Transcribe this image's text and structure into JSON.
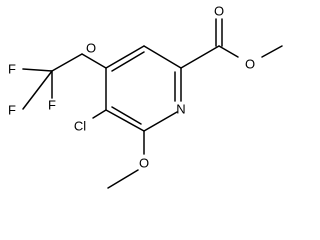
{
  "molecule": {
    "atoms": {
      "F1": "F",
      "F2": "F",
      "F3": "F",
      "O_ocf3": "O",
      "N_ring": "N",
      "O_carbonyl": "O",
      "O_ester": "O",
      "Cl": "Cl",
      "O_methoxy": "O"
    }
  }
}
